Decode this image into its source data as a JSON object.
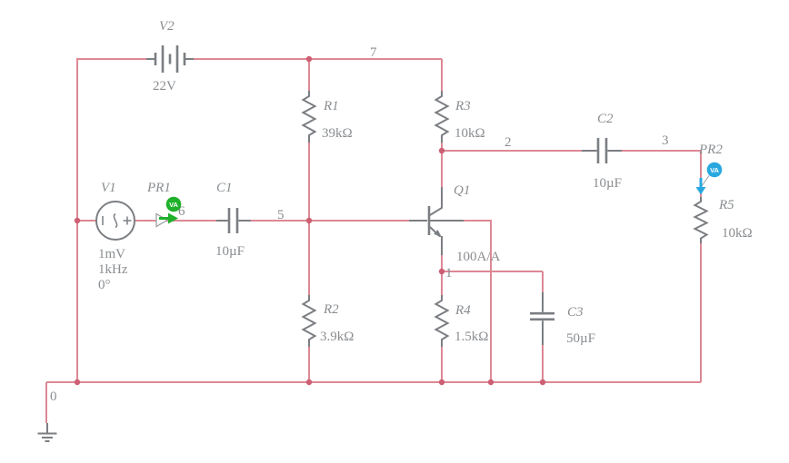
{
  "app": {
    "view": "circuit-schematic",
    "background": "#ffffff"
  },
  "colors": {
    "wire": "#dd8894",
    "junction_dot": "#cd5f73",
    "component_stroke": "#7b7e82",
    "label_text": "#8a8d90",
    "probe1_green": "#1fb12b",
    "probe2_blue": "#29a8e0",
    "badge_text": "#ffffff"
  },
  "components": {
    "v2": {
      "ref": "V2",
      "value": "22V",
      "type": "dc-battery"
    },
    "v1": {
      "ref": "V1",
      "values": [
        "1mV",
        "1kHz",
        "0°"
      ],
      "type": "ac-source"
    },
    "r1": {
      "ref": "R1",
      "value": "39kΩ",
      "type": "resistor"
    },
    "r2": {
      "ref": "R2",
      "value": "3.9kΩ",
      "type": "resistor"
    },
    "r3": {
      "ref": "R3",
      "value": "10kΩ",
      "type": "resistor"
    },
    "r4": {
      "ref": "R4",
      "value": "1.5kΩ",
      "type": "resistor"
    },
    "r5": {
      "ref": "R5",
      "value": "10kΩ",
      "type": "resistor"
    },
    "c1": {
      "ref": "C1",
      "value": "10µF",
      "type": "capacitor"
    },
    "c2": {
      "ref": "C2",
      "value": "10µF",
      "type": "capacitor"
    },
    "c3": {
      "ref": "C3",
      "value": "50µF",
      "type": "capacitor"
    },
    "q1": {
      "ref": "Q1",
      "value": "100A/A",
      "type": "npn-transistor"
    },
    "pr1": {
      "ref": "PR1",
      "badge": "VA",
      "type": "probe-green"
    },
    "pr2": {
      "ref": "PR2",
      "badge": "VA",
      "type": "probe-blue"
    },
    "gnd": {
      "ref": "0",
      "type": "ground"
    }
  },
  "nodes": {
    "ground": "0",
    "emitter": "1",
    "collector": "2",
    "output": "3",
    "base": "5",
    "input": "6",
    "vcc": "7"
  }
}
